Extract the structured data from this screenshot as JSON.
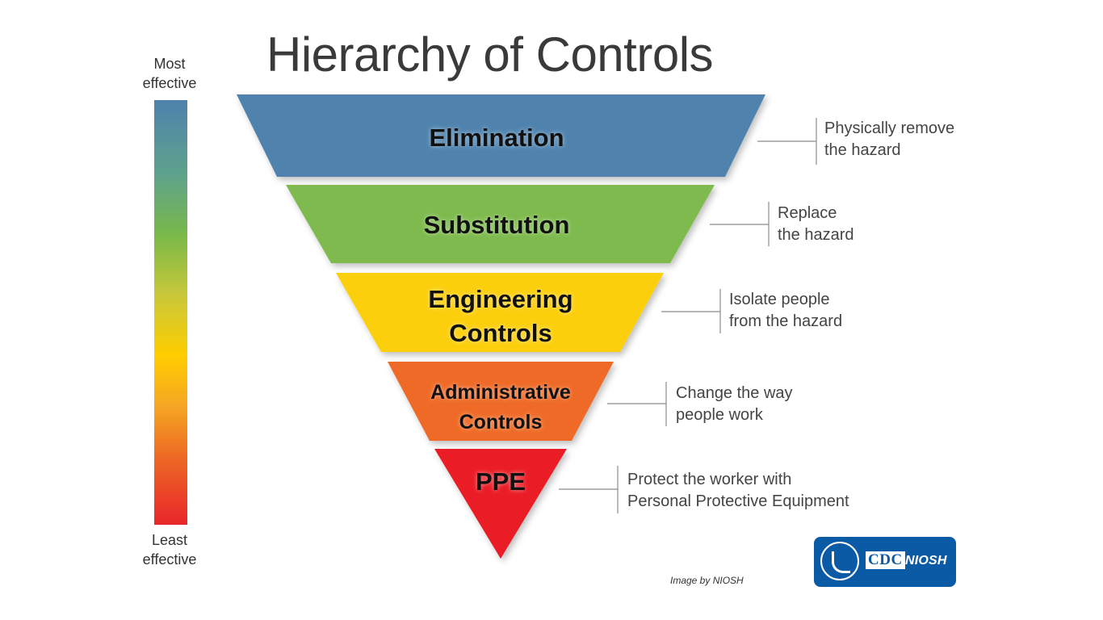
{
  "title": "Hierarchy of Controls",
  "scale": {
    "top_line1": "Most",
    "top_line2": "effective",
    "bottom_line1": "Least",
    "bottom_line2": "effective",
    "gradient_colors": [
      "#4e82ad",
      "#7ab948",
      "#ffcd00",
      "#ed6a24",
      "#e8262a"
    ]
  },
  "layers": [
    {
      "label_line1": "Elimination",
      "label_line2": "",
      "color": "#4f83ae",
      "desc_line1": "Physically remove",
      "desc_line2": "the hazard"
    },
    {
      "label_line1": "Substitution",
      "label_line2": "",
      "color": "#7eba4e",
      "desc_line1": "Replace",
      "desc_line2": "the hazard"
    },
    {
      "label_line1": "Engineering",
      "label_line2": "Controls",
      "color": "#fccf08",
      "desc_line1": "Isolate people",
      "desc_line2": "from the hazard"
    },
    {
      "label_line1": "Administrative",
      "label_line2": "Controls",
      "color": "#ef6a26",
      "desc_line1": "Change the way",
      "desc_line2": "people work"
    },
    {
      "label_line1": "PPE",
      "label_line2": "",
      "color": "#ea1f28",
      "desc_line1": "Protect the worker with",
      "desc_line2": "Personal Protective Equipment"
    }
  ],
  "credit": "Image by NIOSH",
  "logo": {
    "cdc": "CDC",
    "niosh": "NIOSH"
  }
}
